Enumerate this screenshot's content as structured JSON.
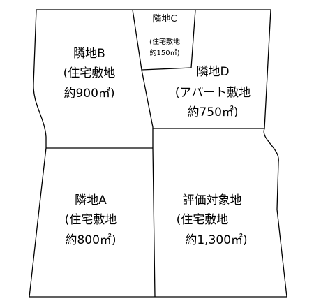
{
  "parcels": {
    "neighbor_c": {
      "name": "隣地C",
      "use": "(住宅敷地",
      "area": "約150㎡)"
    },
    "neighbor_b": {
      "name": "隣地B",
      "use": "(住宅敷地",
      "area": "約900㎡)"
    },
    "neighbor_d": {
      "name": "隣地D",
      "use": "(アパート敷地",
      "area": "約750㎡)"
    },
    "neighbor_a": {
      "name": "隣地A",
      "use": "(住宅敷地",
      "area": "約800㎡)"
    },
    "subject": {
      "name": "評価対象地",
      "use": "(住宅敷地",
      "area": "約1,300㎡)"
    }
  },
  "colors": {
    "line": "#000000",
    "background": "#ffffff",
    "text": "#000000"
  }
}
